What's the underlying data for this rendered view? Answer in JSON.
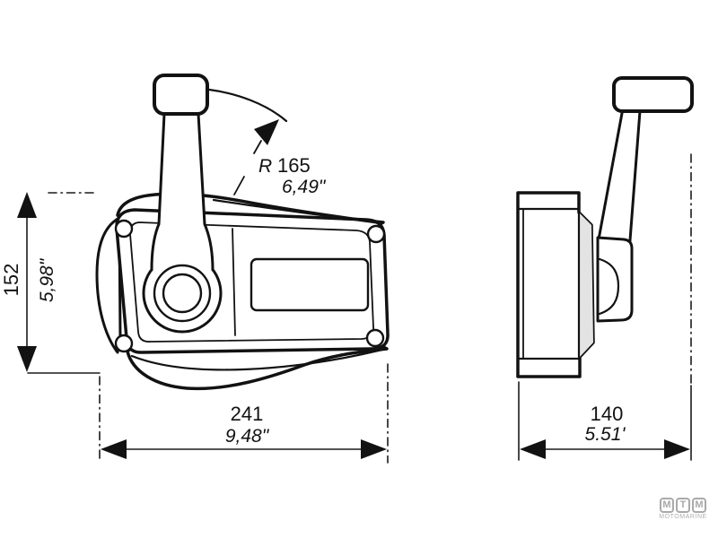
{
  "dimensions": {
    "height": {
      "mm": "152",
      "inches": "5,98\""
    },
    "width": {
      "mm": "241",
      "inches": "9,48\""
    },
    "depth": {
      "mm": "140",
      "inches": "5.51'"
    },
    "radius": {
      "prefix": "R",
      "mm": "165",
      "inches": "6,49\""
    }
  },
  "logo": {
    "letters": [
      "M",
      "T",
      "M"
    ],
    "wordmark": "MOTOMARINE"
  },
  "colors": {
    "line": "#121212",
    "logo_gray": "#a9a9a9",
    "bezel_gray": "#e3e3e3",
    "background": "#ffffff"
  }
}
